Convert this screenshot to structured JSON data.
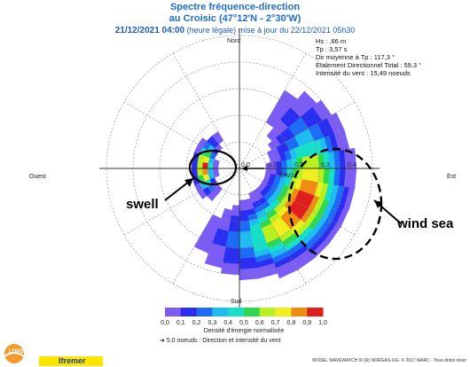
{
  "header": {
    "title_line1": "Spectre fréquence-direction",
    "title_line2": "au Croisic (47°12'N - 2°30'W)",
    "date": "21/12/2021 04:00",
    "subtitle": "(heure légale) mise à jour du 22/12/2021 05h30"
  },
  "info": {
    "hs": "Hs : ,66 m",
    "tp": "Tp : 3,57 s",
    "dir": "Dir moyenne à Tp : 117,3 °",
    "spread": "Etalement Directionnel Total : 59,3 °",
    "wind": "Intensité du vent : 15,49 noeuds"
  },
  "compass": {
    "north": "Nord",
    "south": "Sud",
    "west": "Ouest",
    "east": "Est"
  },
  "colorbar": {
    "ticks": [
      "0,0",
      "0,1",
      "0,2",
      "0,3",
      "0,4",
      "0,5",
      "0,6",
      "0,7",
      "0,8",
      "0,9",
      "1,0"
    ],
    "label": "Densité d'énergie normalisée",
    "colors": [
      "#ffffff",
      "#7b5cf5",
      "#2a2ef0",
      "#1e6cf5",
      "#1ebcf0",
      "#18e0c8",
      "#30d850",
      "#b8f020",
      "#f0f020",
      "#f08c14",
      "#e01e1e"
    ]
  },
  "wind_legend": "5.0 noeuds : Direction et intensité du vent",
  "footer": "MODEL WAVEWATCH III (R) NORGAS-UG- © 2017 MARC - Tous droits réser",
  "logos": {
    "lops": "LOPS",
    "ifremer": "Ifremer"
  },
  "annotations": {
    "swell": "swell",
    "windsea": "wind sea"
  },
  "chart_data": {
    "type": "polar-heatmap",
    "title": "Spectre fréquence-direction",
    "radial_axis": {
      "label": "f(Hz)",
      "ticks": [
        0.0,
        0.1,
        0.2,
        0.3,
        0.4
      ],
      "range": [
        0,
        0.5
      ]
    },
    "angular_axis": {
      "labels": [
        "Nord",
        "Est",
        "Sud",
        "Ouest"
      ]
    },
    "value_range": [
      0,
      1
    ],
    "wind": {
      "speed_knots": 15.49,
      "from_deg": 90
    },
    "blobs": [
      {
        "name": "swell",
        "dir": 272,
        "dir_width": 24,
        "freq_center": 0.135,
        "freq_width": 0.02,
        "peak": 1.0
      },
      {
        "name": "wind sea",
        "dir": 120,
        "dir_width": 40,
        "freq_center": 0.27,
        "freq_width": 0.075,
        "peak": 1.0
      }
    ]
  }
}
